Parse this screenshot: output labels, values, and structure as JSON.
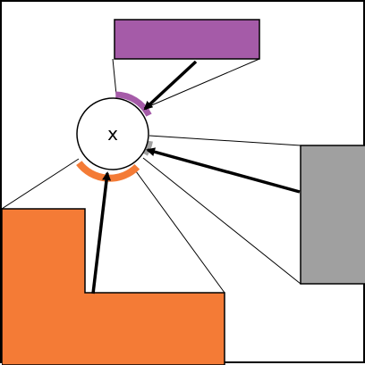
{
  "diagram": {
    "center_label": "x",
    "colors": {
      "purple_region": "#A55BA8",
      "gray_region": "#A0A0A0",
      "orange_region": "#F47B36",
      "outline": "#000000",
      "background": "#FFFFFF"
    },
    "regions": [
      {
        "name": "purple-rectangle",
        "color_key": "purple_region"
      },
      {
        "name": "gray-rectangle",
        "color_key": "gray_region"
      },
      {
        "name": "orange-l-shape",
        "color_key": "orange_region"
      }
    ]
  }
}
